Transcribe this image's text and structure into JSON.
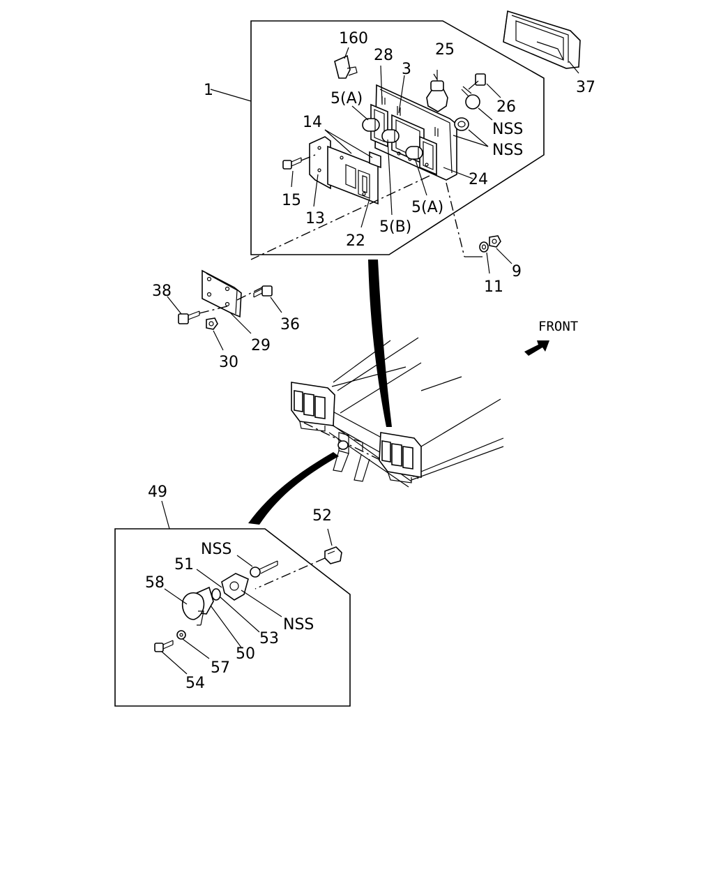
{
  "callouts": {
    "c1": "1",
    "c160": "160",
    "c28": "28",
    "c25": "25",
    "c3": "3",
    "c5a_top": "5(A)",
    "c26": "26",
    "c37": "37",
    "c14": "14",
    "nss1": "NSS",
    "nss2": "NSS",
    "c24": "24",
    "c15": "15",
    "c5a_bot": "5(A)",
    "c13": "13",
    "c5b": "5(B)",
    "c22": "22",
    "c9": "9",
    "c11": "11",
    "c38": "38",
    "c36": "36",
    "c29": "29",
    "c30": "30",
    "c49": "49",
    "c52": "52",
    "nss3": "NSS",
    "c51": "51",
    "c58": "58",
    "nss4": "NSS",
    "c53": "53",
    "c50": "50",
    "c57": "57",
    "c54": "54"
  },
  "front_label": "FRONT"
}
